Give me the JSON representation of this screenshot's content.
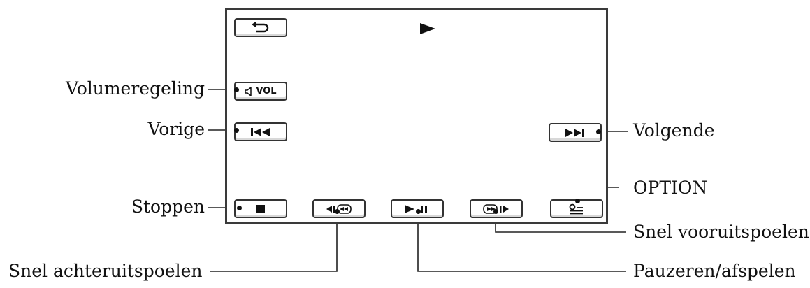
{
  "labels": {
    "volume": "Volumeregeling",
    "previous": "Vorige",
    "next": "Volgende",
    "stop": "Stoppen",
    "option": "OPTION",
    "fast_forward": "Snel vooruitspoelen",
    "fast_rewind": "Snel achteruitspoelen",
    "play_pause": "Pauzeren/afspelen"
  },
  "buttons": {
    "volume_text": "VOL"
  },
  "icons": {
    "back": "return-arrow-icon",
    "play_status": "play-icon",
    "volume": "speaker-icon",
    "previous": "skip-previous-icon",
    "next": "skip-next-icon",
    "stop": "stop-icon",
    "rewind": "rewind-icon",
    "play_pause": "play-pause-icon",
    "forward": "fast-forward-icon",
    "option": "option-menu-icon"
  }
}
